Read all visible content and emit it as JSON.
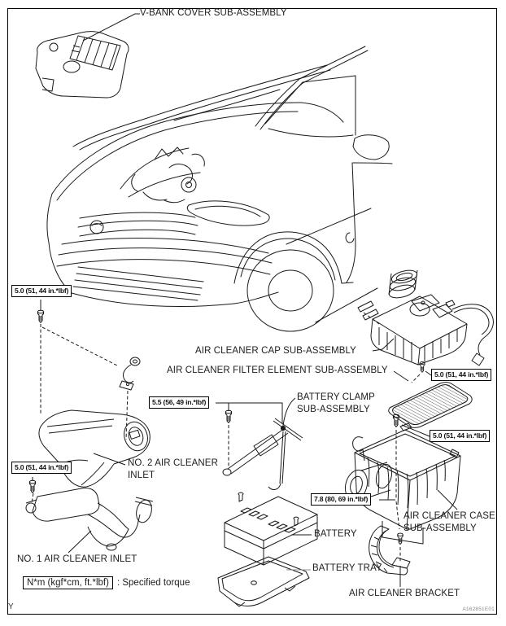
{
  "meta": {
    "page_letter": "Y",
    "figure_code": "A162851E01"
  },
  "colors": {
    "line": "#1a1a1a",
    "background": "#ffffff",
    "frame_border": "#000000",
    "figure_code_text": "#8b8b8b",
    "tray_leader": "#8f8f8f"
  },
  "legend": {
    "units_boxed": "N*m (kgf*cm, ft.*lbf)",
    "description": ": Specified torque"
  },
  "part_labels": {
    "v_bank_cover": "V-BANK COVER SUB-ASSEMBLY",
    "air_cleaner_cap": "AIR CLEANER CAP SUB-ASSEMBLY",
    "air_cleaner_filter_element": "AIR CLEANER FILTER ELEMENT SUB-ASSEMBLY",
    "battery_clamp": {
      "line1": "BATTERY CLAMP",
      "line2": "SUB-ASSEMBLY"
    },
    "no2_air_cleaner_inlet": {
      "line1": "NO. 2 AIR CLEANER",
      "line2": "INLET"
    },
    "no1_air_cleaner_inlet": "NO. 1 AIR CLEANER INLET",
    "battery": "BATTERY",
    "battery_tray": "BATTERY TRAY",
    "air_cleaner_case": {
      "line1": "AIR CLEANER CASE",
      "line2": "SUB-ASSEMBLY"
    },
    "air_cleaner_bracket": "AIR CLEANER BRACKET"
  },
  "torque_specs": {
    "no2_inlet_bolt": "5.0 (51, 44 in.*lbf)",
    "no1_inlet_bolt": "5.0 (51, 44 in.*lbf)",
    "battery_clamp_bolt": "5.5 (56, 49 in.*lbf)",
    "cap_bolt": "5.0 (51, 44 in.*lbf)",
    "case_bolt": "5.0 (51, 44 in.*lbf)",
    "bracket_bolt": "7.8 (80, 69 in.*lbf)"
  }
}
